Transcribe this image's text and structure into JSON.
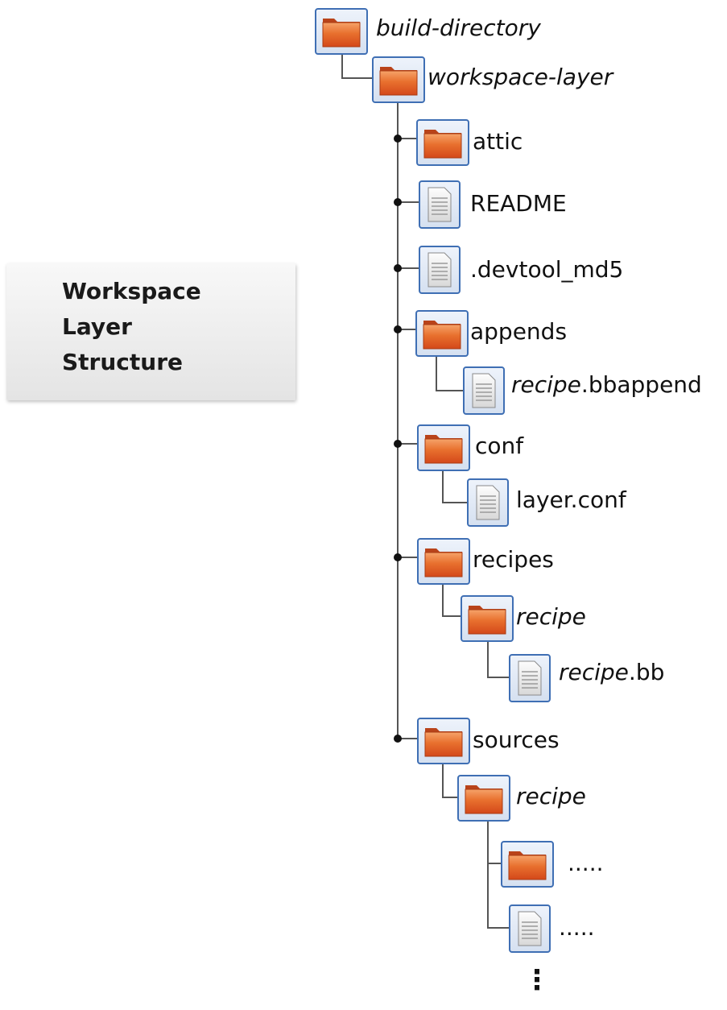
{
  "title": {
    "lines": [
      "Workspace",
      "Layer",
      "Structure"
    ]
  },
  "tree": {
    "build_directory": "build-directory",
    "workspace_layer": "workspace-layer",
    "attic": "attic",
    "readme": "README",
    "devtool_md5": ".devtool_md5",
    "appends": "appends",
    "bbappend": {
      "italic": "recipe",
      "rest": ".bbappend"
    },
    "conf": "conf",
    "layer_conf": "layer.conf",
    "recipes": "recipes",
    "recipes_recipe": "recipe",
    "recipe_bb": {
      "italic": "recipe",
      "rest": ".bb"
    },
    "sources": "sources",
    "sources_recipe": "recipe",
    "sources_folder_more": ".....",
    "sources_file_more": ".....",
    "continuation": "⋮"
  },
  "colors": {
    "folder_orange": "#e05a1c",
    "icon_frame_blue": "#3f6fb4",
    "connector": "#555555"
  }
}
